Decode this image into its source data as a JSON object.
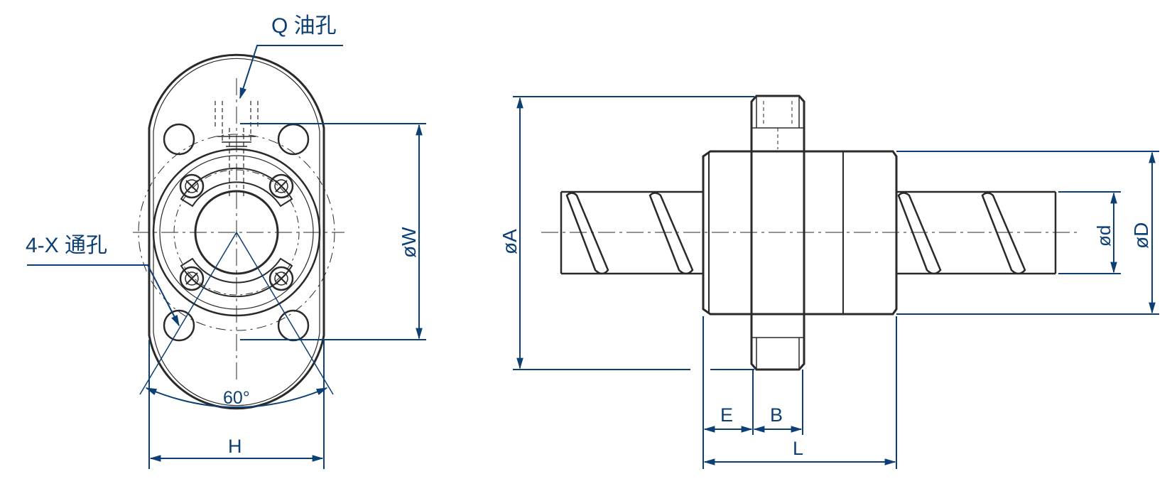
{
  "colors": {
    "dimension": "#0c3f73",
    "outline": "#2a2a2a",
    "background": "#ffffff"
  },
  "labels": {
    "oil_hole": "Q 油孔",
    "through_hole": "4-X 通孔",
    "angle": "60°",
    "dia_w": "øW",
    "dia_a": "øA",
    "dia_d_small": "ød",
    "dia_d_large": "øD",
    "dim_h": "H",
    "dim_e": "E",
    "dim_b": "B",
    "dim_l": "L"
  }
}
